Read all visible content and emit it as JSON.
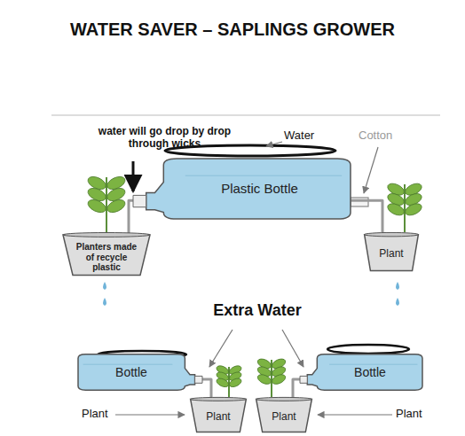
{
  "diagram": {
    "title": "WATER SAVER – SAPLINGS GROWER",
    "nodes": [
      {
        "text": [
          "Plastic Bottle"
        ]
      },
      {
        "text": [
          "Planters made of recycle plastic"
        ]
      },
      {
        "text": [
          "Plant"
        ]
      },
      {
        "text": [
          "Bottle"
        ]
      },
      {
        "text": [
          "Plant"
        ]
      },
      {
        "text": [
          "Plant"
        ]
      },
      {
        "text": [
          "Bottle"
        ]
      }
    ],
    "edges": [
      {
        "from": 0,
        "to": 1,
        "arrow": "none"
      },
      {
        "from": 0,
        "to": 2,
        "arrow": "none"
      },
      {
        "from": 3,
        "to": 4,
        "arrow": "none"
      },
      {
        "from": 6,
        "to": 5,
        "arrow": "none"
      }
    ],
    "labels": [
      "water will go drop by drop through wicks",
      "Water",
      "Cotton",
      "Extra Water",
      "Plant",
      "Plant"
    ]
  }
}
